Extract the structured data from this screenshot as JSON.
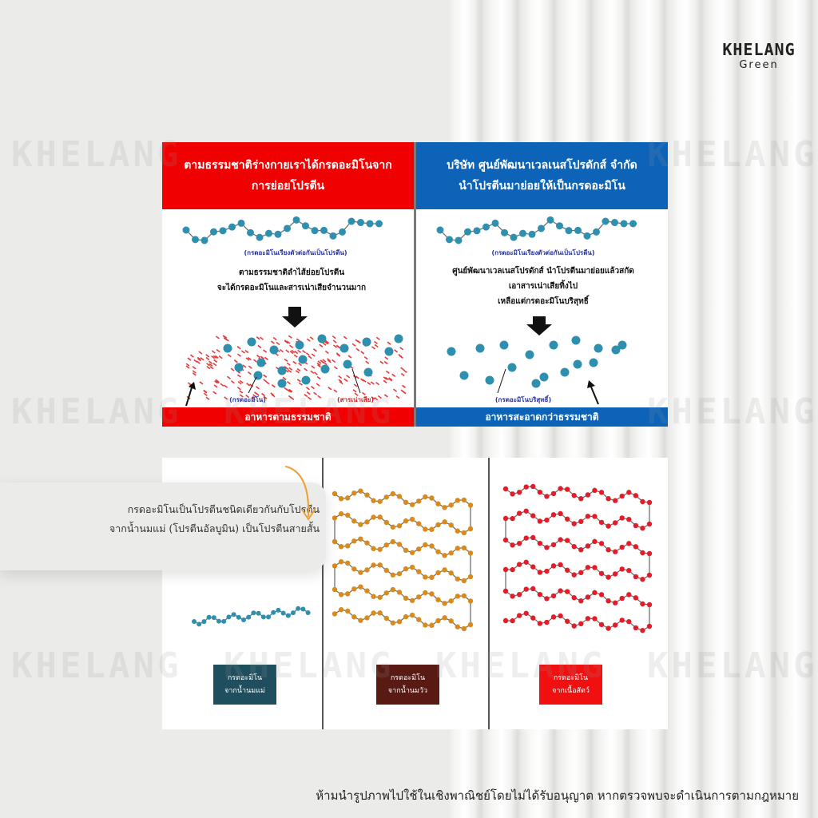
{
  "brand": {
    "name": "KHELANG",
    "sub": "Green"
  },
  "watermark": "KHELANG",
  "top_left": {
    "header": "ตามธรรมชาติร่างกายเราได้กรดอะมิโนจากการย่อยโปรตีน",
    "chain_caption": "(กรดอะมิโนเรียงตัวต่อกันเป็นโปรตีน)",
    "body_line1": "ตามธรรมชาติลำไส้ย่อยโปรตีน",
    "body_line2": "จะได้กรดอะมิโนและสารเน่าเสียจำนวนมาก",
    "label_amino": "(กรดอะมิโน)",
    "label_waste": "(สารเน่าเสีย)",
    "footer": "อาหารตามธรรมชาติ",
    "header_color": "#f00000"
  },
  "top_right": {
    "header_line1": "บริษัท ศูนย์พัฒนาเวลเนสโปรดักส์ จำกัด",
    "header_line2": "นำโปรตีนมาย่อยให้เป็นกรดอะมิโน",
    "chain_caption": "(กรดอะมิโนเรียงตัวต่อกันเป็นโปรตีน)",
    "body_line1": "ศูนย์พัฒนาเวลเนสโปรดักส์ นำโปรตีนมาย่อยแล้วสกัด",
    "body_line2": "เอาสารเน่าเสียทิ้งไป",
    "body_line3": "เหลือแต่กรดอะมิโนบริสุทธิ์",
    "label_pure": "(กรดอะมิโนบริสุทธิ์)",
    "footer": "อาหารสะอาดกว่าธรรมชาติ",
    "header_color": "#0c63b8"
  },
  "callout": {
    "line1": "กรดอะมิโนเป็นโปรตีนชนิดเดียวกันกับโปรตีน",
    "line2": "จากน้ำนมแม่ (โปรตีนอัลบูมิน) เป็นโปรตีนสายสั้น"
  },
  "sources": [
    {
      "line1": "กรดอะมิโน",
      "line2": "จากน้ำนมแม่",
      "color": "#1f4f5e"
    },
    {
      "line1": "กรดอะมิโน",
      "line2": "จากน้ำนมวัว",
      "color": "#5a1a14"
    },
    {
      "line1": "กรดอะมิโน",
      "line2": "จากเนื้อสัตว์",
      "color": "#f01010"
    }
  ],
  "notice": "ห้ามนำรูปภาพไปใช้ในเชิงพาณิชย์โดยไม่ได้รับอนุญาต หากตรวจพบจะดำเนินการตามกฎหมาย",
  "colors": {
    "bead_blue": "#2e8fae",
    "bead_orange": "#d88a1c",
    "bead_red": "#e21d2a",
    "waste_red": "#e63a3a",
    "arrow_orange": "#f0a030"
  },
  "icons": [
    "down-arrow-icon",
    "pointer-arrow-icon",
    "curved-arrow-icon"
  ]
}
